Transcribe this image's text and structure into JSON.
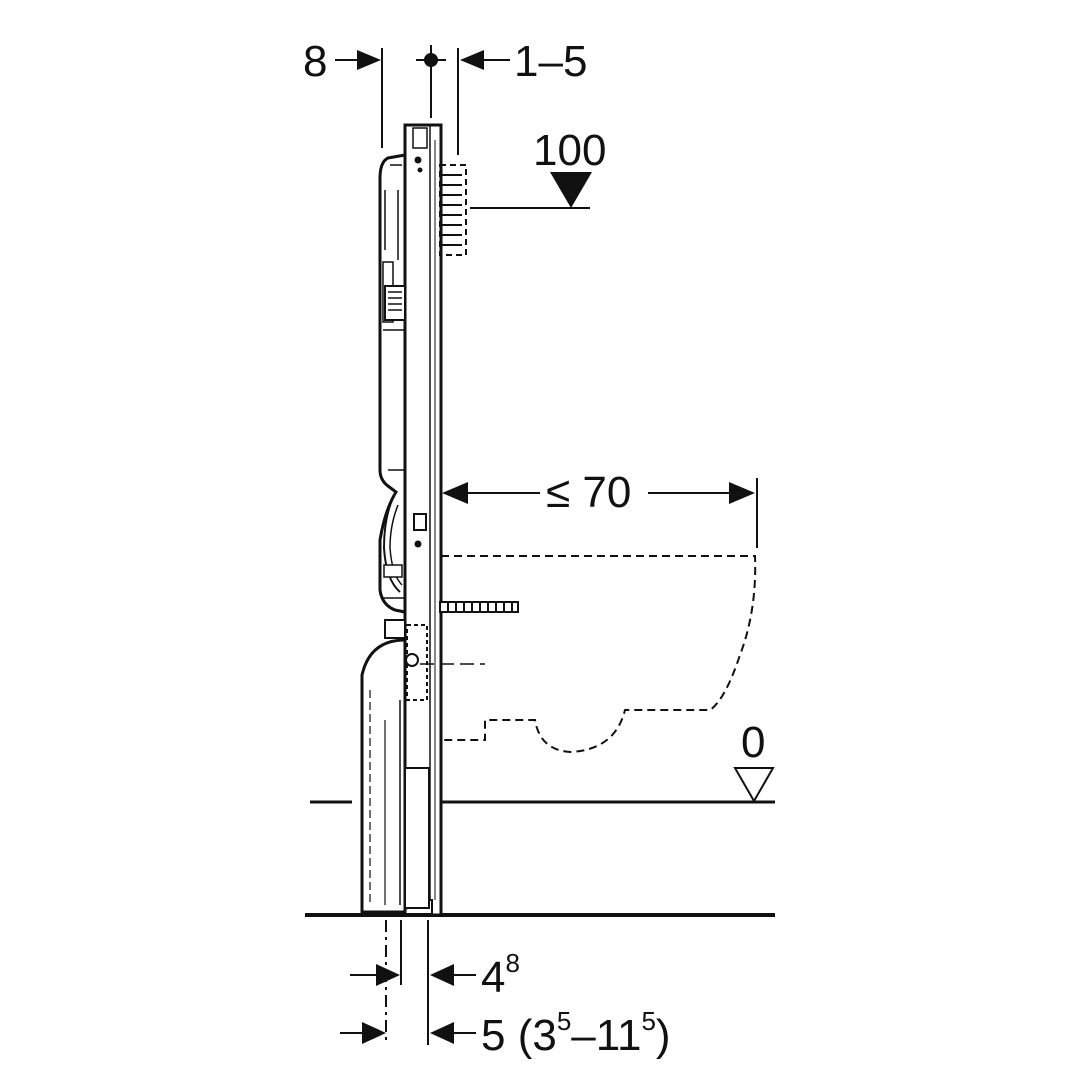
{
  "dimensions": {
    "top_left": "8",
    "top_right": "1–5",
    "height_mark": "100",
    "floor_mark": "0",
    "bowl_depth": "≤ 70",
    "bottom_upper": {
      "base": "4",
      "sup": "8"
    },
    "bottom_lower": {
      "base": "5 (3",
      "sup1": "5",
      "mid": "–11",
      "sup2": "5",
      "end": ")"
    }
  },
  "colors": {
    "line": "#111111",
    "background": "#ffffff"
  }
}
